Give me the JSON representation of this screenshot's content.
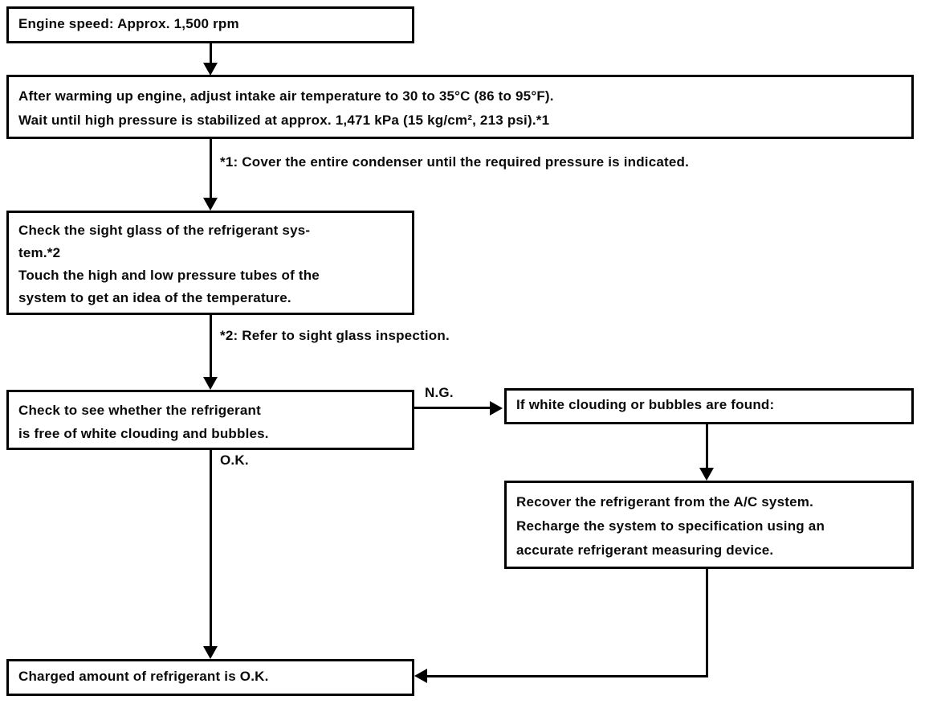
{
  "page": {
    "background": "#ffffff",
    "ink": "#000000"
  },
  "flowchart": {
    "boxes": {
      "engine_speed": {
        "lines": [
          "Engine speed: Approx. 1,500 rpm"
        ]
      },
      "warm_up": {
        "lines": [
          "After warming up engine, adjust intake air temperature to 30 to 35°C (86 to 95°F).",
          "Wait until high pressure is stabilized at approx. 1,471 kPa (15 kg/cm², 213 psi).*1"
        ]
      },
      "sight_glass": {
        "lines": [
          "Check the sight glass of the refrigerant sys-",
          "tem.*2",
          "Touch the high and low pressure tubes of the",
          "system to get an idea of the temperature."
        ]
      },
      "check_clouding": {
        "lines": [
          "Check to see whether the refrigerant",
          "is free of white clouding and bubbles."
        ]
      },
      "clouding_found": {
        "lines": [
          "If white clouding or bubbles are found:"
        ]
      },
      "recover": {
        "lines": [
          "Recover the refrigerant from the A/C system.",
          "Recharge the system to specification using an",
          "accurate refrigerant measuring device."
        ]
      },
      "charged_ok": {
        "lines": [
          "Charged amount of refrigerant is O.K."
        ]
      }
    },
    "notes": {
      "note1": "*1: Cover the entire condenser until the required pressure is indicated.",
      "note2": "*2: Refer to sight glass inspection."
    },
    "labels": {
      "ng": "N.G.",
      "ok": "O.K."
    }
  }
}
